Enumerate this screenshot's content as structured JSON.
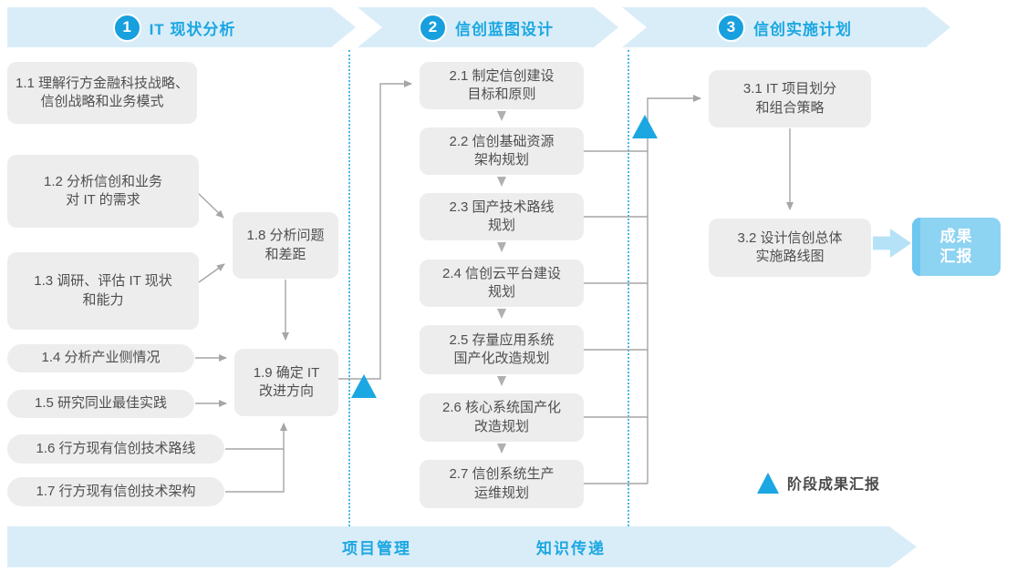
{
  "header": {
    "phases": [
      {
        "number": "1",
        "title": "IT 现状分析"
      },
      {
        "number": "2",
        "title": "信创蓝图设计"
      },
      {
        "number": "3",
        "title": "信创实施计划"
      }
    ]
  },
  "steps": {
    "s1_1": "1.1 理解行方金融科技战略、\n信创战略和业务模式",
    "s1_2": "1.2 分析信创和业务\n对 IT 的需求",
    "s1_3": "1.3 调研、评估 IT 现状\n和能力",
    "s1_4": "1.4 分析产业侧情况",
    "s1_5": "1.5 研究同业最佳实践",
    "s1_6": "1.6 行方现有信创技术路线",
    "s1_7": "1.7 行方现有信创技术架构",
    "s1_8": "1.8 分析问题\n和差距",
    "s1_9": "1.9 确定 IT\n改进方向",
    "s2_1": "2.1 制定信创建设\n目标和原则",
    "s2_2": "2.2 信创基础资源\n架构规划",
    "s2_3": "2.3 国产技术路线\n规划",
    "s2_4": "2.4 信创云平台建设\n规划",
    "s2_5": "2.5 存量应用系统\n国产化改造规划",
    "s2_6": "2.6 核心系统国产化\n改造规划",
    "s2_7": "2.7 信创系统生产\n运维规划",
    "s3_1": "3.1 IT 项目划分\n和组合策略",
    "s3_2": "3.2 设计信创总体\n实施路线图"
  },
  "outcome": {
    "label": "成果\n汇报"
  },
  "legend": {
    "label": "阶段成果汇报"
  },
  "footer": {
    "labels": [
      "项目管理",
      "知识传递"
    ]
  },
  "colors": {
    "accent_blue": "#1ba7e2",
    "banner_bg": "#d9edf8",
    "circle_blue": "#18a0de",
    "box_bg": "#ededed",
    "box_text": "#4f4f4f",
    "connector_gray": "#a6a6a6",
    "outcome_bg": "#8dd3f2",
    "outcome_stripe": "#6ec7ef",
    "fat_arrow": "#b5e2f6"
  }
}
